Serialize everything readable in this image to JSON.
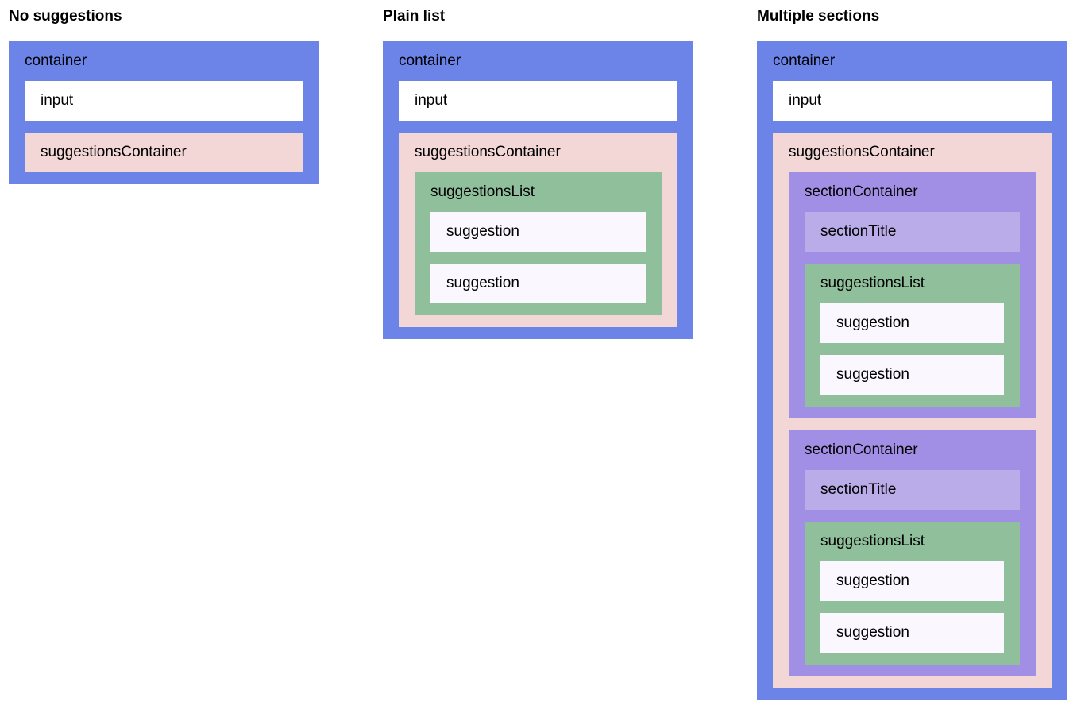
{
  "colors": {
    "container": "#6c83e8",
    "input": "#ffffff",
    "suggestions_container": "#f3d7d7",
    "suggestions_list": "#90bf9c",
    "section_container": "#a18fe6",
    "section_title": "#b9ace8",
    "suggestion": "#faf8fe",
    "text": "#000000",
    "page_background": "#ffffff"
  },
  "examples": [
    {
      "heading": "No suggestions",
      "container_label": "container",
      "input_label": "input",
      "suggestions_container_label": "suggestionsContainer"
    },
    {
      "heading": "Plain list",
      "container_label": "container",
      "input_label": "input",
      "suggestions_container_label": "suggestionsContainer",
      "suggestions_list_label": "suggestionsList",
      "suggestions": [
        "suggestion",
        "suggestion"
      ]
    },
    {
      "heading": "Multiple sections",
      "container_label": "container",
      "input_label": "input",
      "suggestions_container_label": "suggestionsContainer",
      "sections": [
        {
          "section_container_label": "sectionContainer",
          "section_title_label": "sectionTitle",
          "suggestions_list_label": "suggestionsList",
          "suggestions": [
            "suggestion",
            "suggestion"
          ]
        },
        {
          "section_container_label": "sectionContainer",
          "section_title_label": "sectionTitle",
          "suggestions_list_label": "suggestionsList",
          "suggestions": [
            "suggestion",
            "suggestion"
          ]
        }
      ]
    }
  ]
}
